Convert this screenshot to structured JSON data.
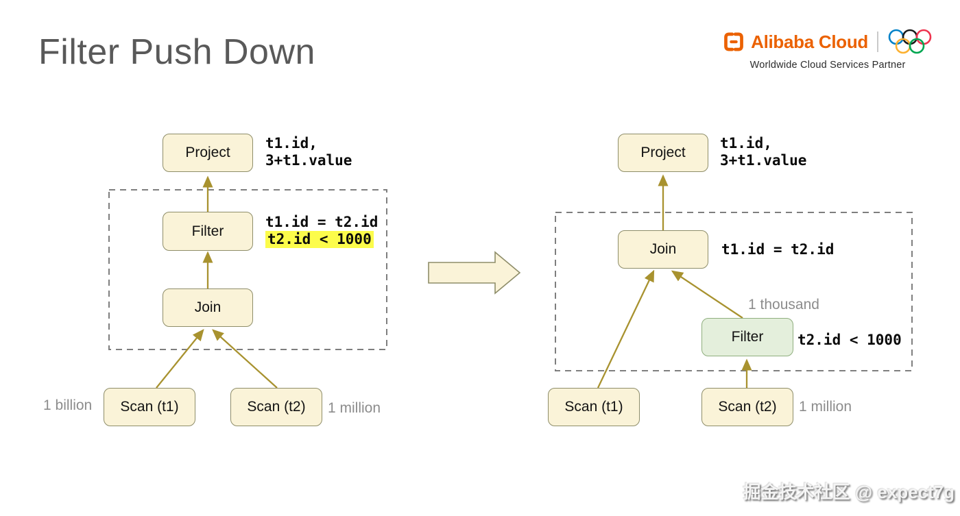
{
  "title": "Filter Push Down",
  "header": {
    "brand": "Alibaba Cloud",
    "tagline": "Worldwide Cloud Services Partner"
  },
  "watermark": "掘金技术社区 @ expect7g",
  "colors": {
    "title_color": "#595959",
    "orange": "#EB6100",
    "node_fill": "#FAF3D8",
    "node_border": "#8E8D69",
    "arrow": "#A8922F",
    "green_fill": "#E4EFDC",
    "green_border": "#8FAE7E",
    "dash": "#7E7E7E",
    "hl": "#FCFC4B",
    "gray_label": "#8C8C8C"
  },
  "olympic_ring_colors": [
    "#0081C8",
    "#1A1A1A",
    "#EE334E",
    "#FCB131",
    "#00A651"
  ],
  "left_plan": {
    "nodes": {
      "project": "Project",
      "filter": "Filter",
      "join": "Join",
      "scan_t1": "Scan (t1)",
      "scan_t2": "Scan (t2)"
    },
    "annotations": {
      "project_line1": "t1.id,",
      "project_line2": "3+t1.value",
      "filter_line1": "t1.id = t2.id",
      "filter_line2": "t2.id < 1000"
    },
    "cardinality": {
      "scan_t1": "1 billion",
      "scan_t2": "1 million"
    }
  },
  "right_plan": {
    "nodes": {
      "project": "Project",
      "join": "Join",
      "filter": "Filter",
      "scan_t1": "Scan (t1)",
      "scan_t2": "Scan (t2)"
    },
    "annotations": {
      "project_line1": "t1.id,",
      "project_line2": "3+t1.value",
      "join": "t1.id = t2.id",
      "filter": "t2.id < 1000"
    },
    "cardinality": {
      "filter": "1 thousand",
      "scan_t2": "1 million"
    }
  }
}
